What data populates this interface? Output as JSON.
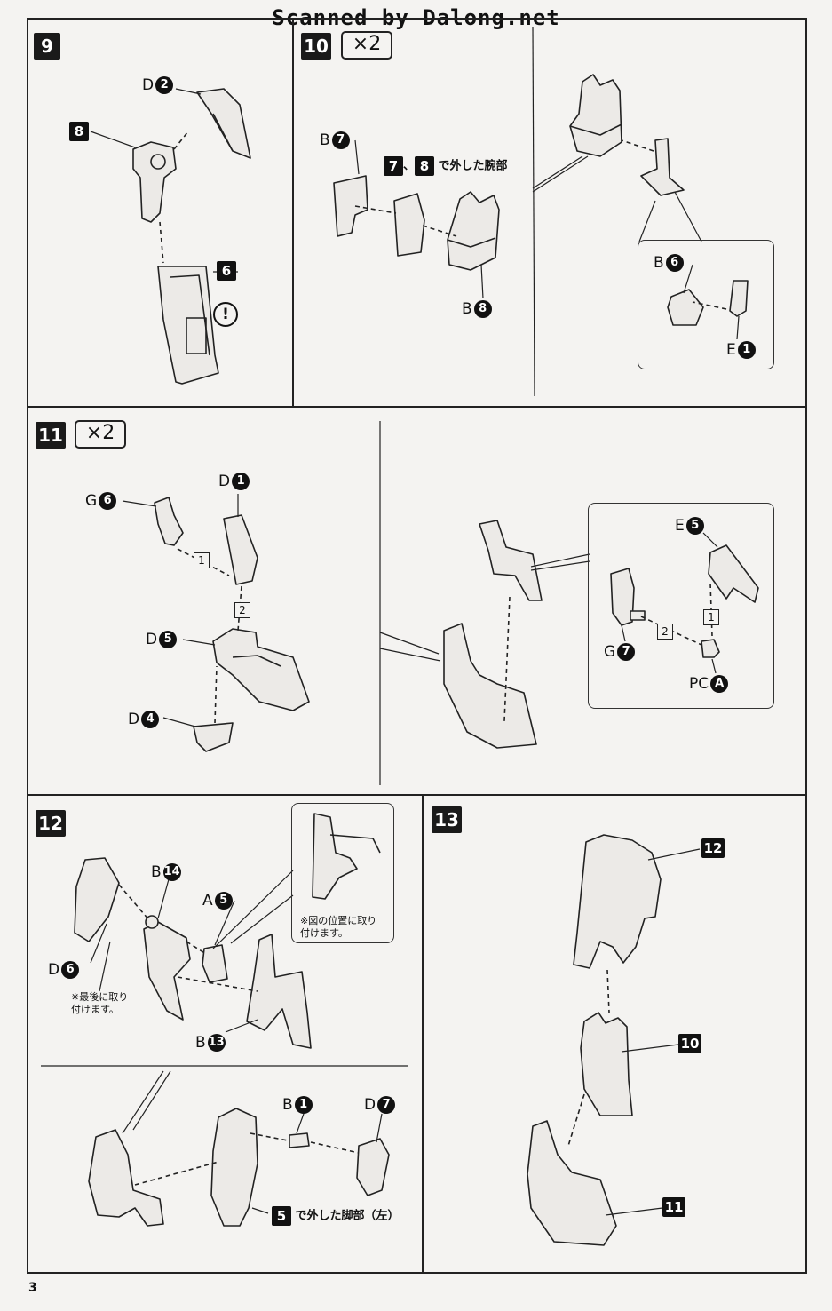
{
  "watermark": "Scanned by Dalong.net",
  "page_number": "3",
  "steps": {
    "s9": {
      "number": "9",
      "labels": {
        "d2": {
          "letter": "D",
          "num": "2"
        },
        "p8": "8",
        "p6": "6",
        "caution": "!"
      }
    },
    "s10": {
      "number": "10",
      "mult": "×2",
      "labels": {
        "b7": {
          "letter": "B",
          "num": "7"
        },
        "b8": {
          "letter": "B",
          "num": "8"
        },
        "p7": "7",
        "sep": "、",
        "p8": "8",
        "arm_text": "で外した腕部",
        "b6": {
          "letter": "B",
          "num": "6"
        },
        "e1": {
          "letter": "E",
          "num": "1"
        }
      }
    },
    "s11": {
      "number": "11",
      "mult": "×2",
      "labels": {
        "g6": {
          "letter": "G",
          "num": "6"
        },
        "d1": {
          "letter": "D",
          "num": "1"
        },
        "d5": {
          "letter": "D",
          "num": "5"
        },
        "d4": {
          "letter": "D",
          "num": "4"
        },
        "e5": {
          "letter": "E",
          "num": "5"
        },
        "g7": {
          "letter": "G",
          "num": "7"
        },
        "pca": {
          "letter": "PC",
          "num": "A"
        },
        "o1": "1",
        "o2": "2",
        "i1": "1",
        "i2": "2"
      }
    },
    "s12": {
      "number": "12",
      "labels": {
        "b14": {
          "letter": "B",
          "num": "14"
        },
        "a5": {
          "letter": "A",
          "num": "5"
        },
        "d6": {
          "letter": "D",
          "num": "6"
        },
        "b13": {
          "letter": "B",
          "num": "13"
        },
        "b1": {
          "letter": "B",
          "num": "1"
        },
        "d7": {
          "letter": "D",
          "num": "7"
        },
        "p5": "5",
        "leg_text": "で外した脚部（左）"
      },
      "notes": {
        "last": "※最後に取り\n付けます。",
        "position": "※図の位置に取り\n付けます。"
      }
    },
    "s13": {
      "number": "13",
      "labels": {
        "p12": "12",
        "p10": "10",
        "p11": "11"
      }
    }
  }
}
